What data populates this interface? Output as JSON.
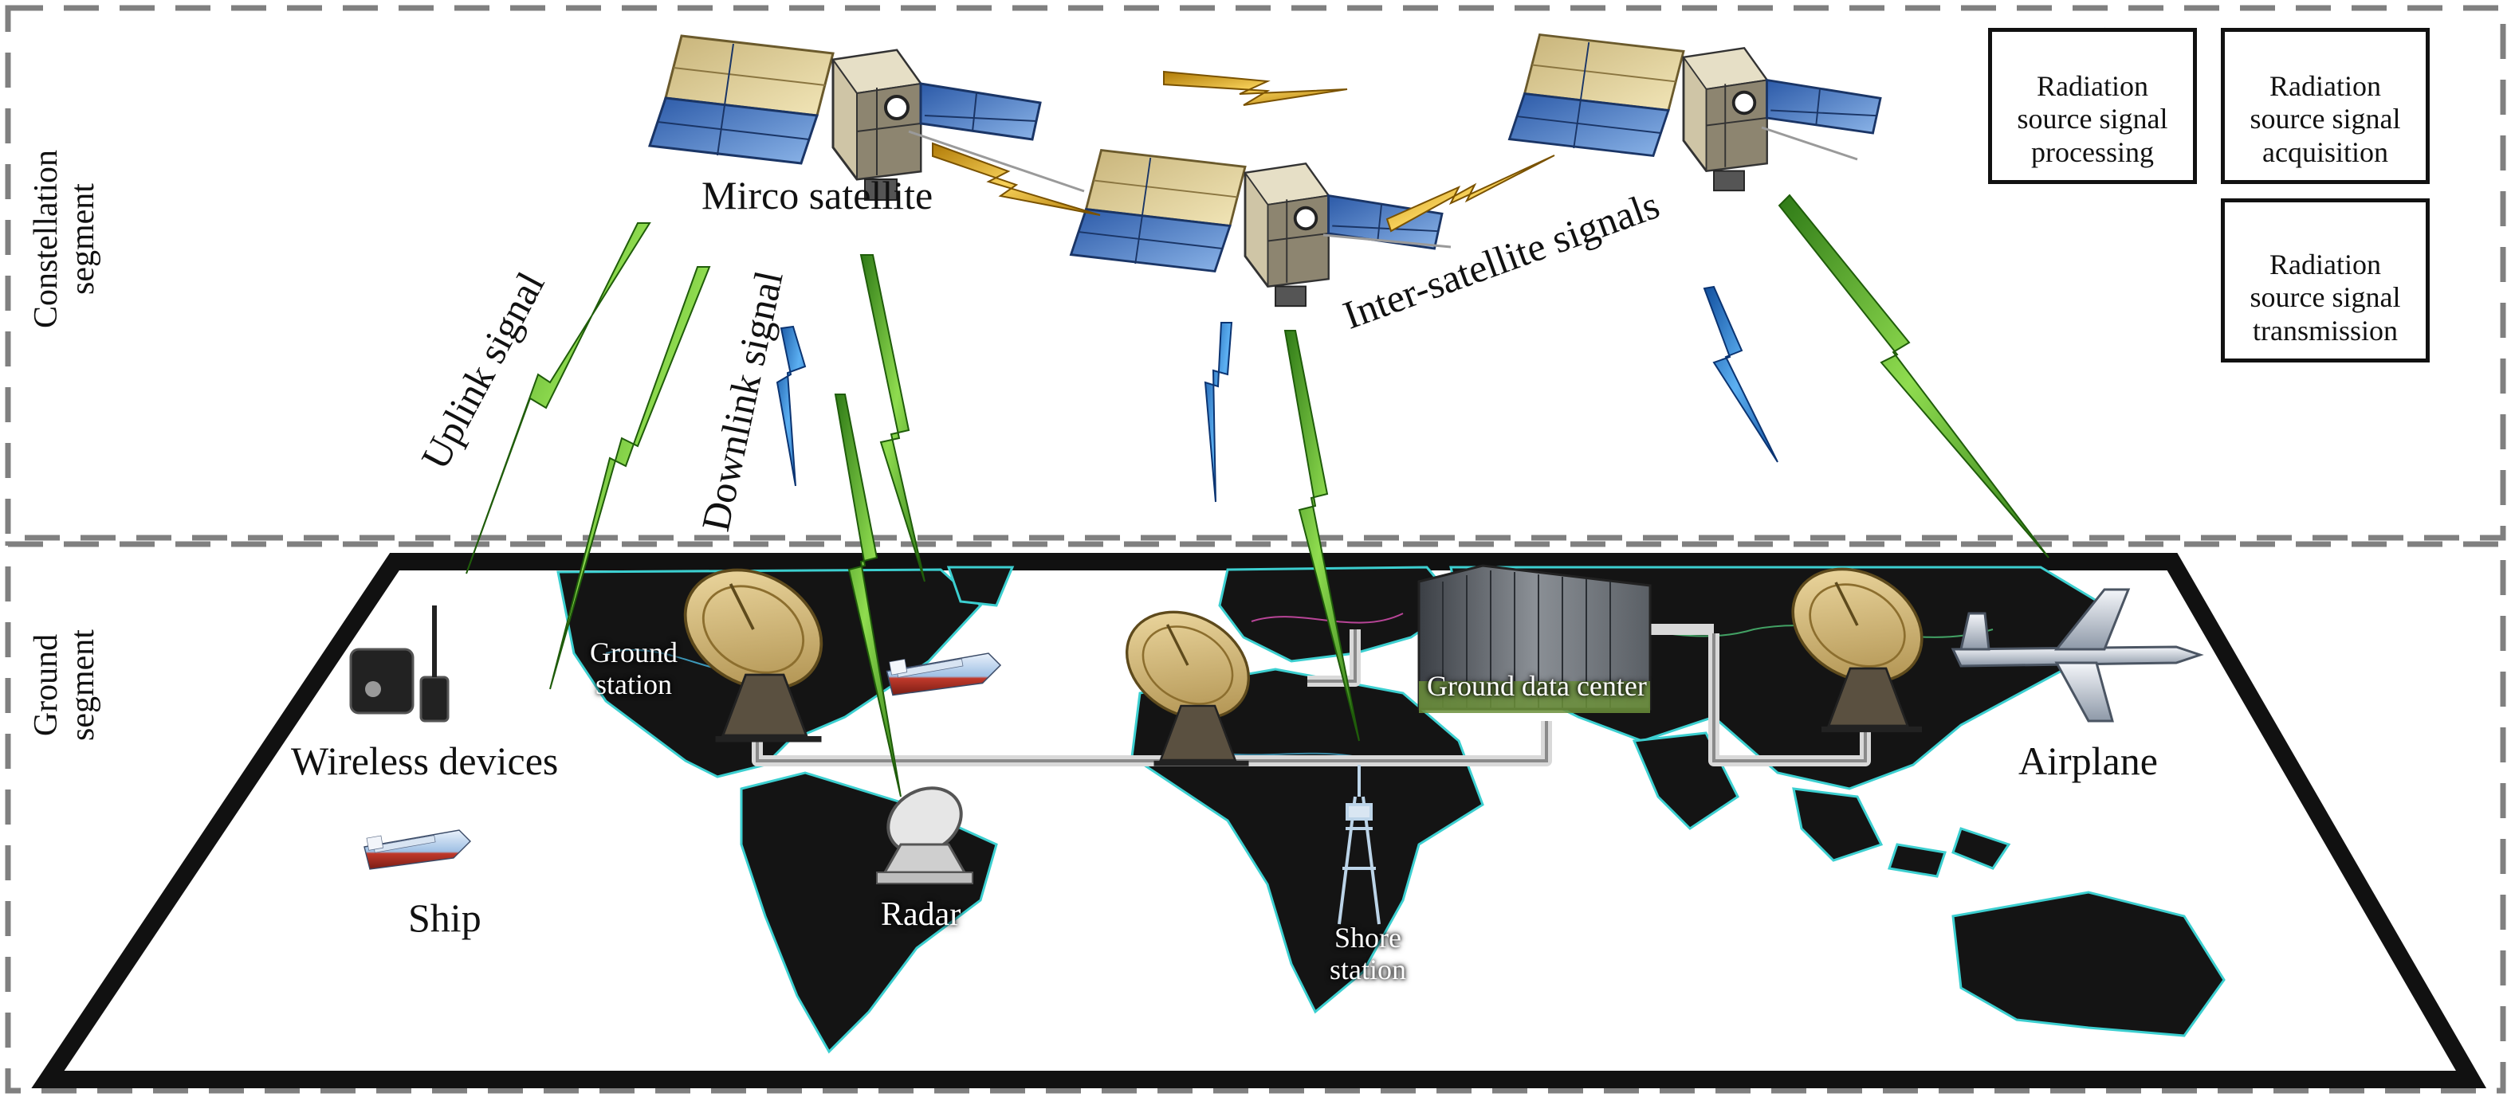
{
  "segments": {
    "constellation": [
      "Constellation",
      "segment"
    ],
    "ground": [
      "Ground",
      "segment"
    ]
  },
  "labels": {
    "micro_satellite": "Mirco satellite",
    "uplink": "Uplink signal",
    "downlink": "Downlink signal",
    "inter_satellite": "Inter-satellite signals",
    "wireless_devices": "Wireless devices",
    "ship": "Ship",
    "radar": "Radar",
    "ground_station": [
      "Ground",
      "station"
    ],
    "shore_station": [
      "Shore",
      "station"
    ],
    "ground_data_center": "Ground data center",
    "airplane": "Airplane"
  },
  "legend": {
    "processing": [
      "Radiation",
      "source signal",
      "processing"
    ],
    "acquisition": [
      "Radiation",
      "source signal",
      "acquisition"
    ],
    "transmission": [
      "Radiation",
      "source signal",
      "transmission"
    ]
  },
  "colors": {
    "acquisition_bolt": "#5fb82e",
    "transmission_bolt_blue": "#2f7fd1",
    "transmission_bolt_gold": "#e0aa1f",
    "map_ocean": "#ffffff",
    "map_land": "#141414",
    "dash_border": "#808080"
  }
}
